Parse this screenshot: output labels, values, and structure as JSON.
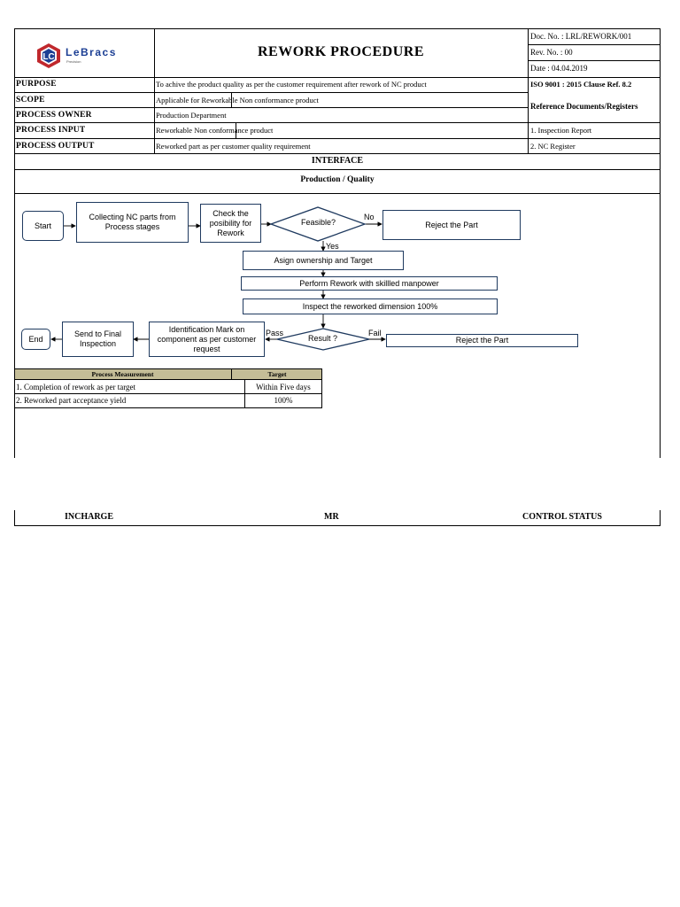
{
  "header": {
    "logo_brand": "LeBracs",
    "logo_sub": "Precision",
    "title": "REWORK PROCEDURE",
    "doc_no": "Doc. No. : LRL/REWORK/001",
    "rev_no": "Rev. No. : 00",
    "date": "Date : 04.04.2019"
  },
  "info_rows": [
    {
      "label": "PURPOSE",
      "value": "To achive the product quality as per the customer requirement after rework of NC product",
      "right": "ISO 9001 : 2015 Clause Ref. 8.2"
    },
    {
      "label": "SCOPE",
      "value": "Applicable for Reworkable Non conformance product",
      "right": "Reference Documents/Registers"
    },
    {
      "label": "PROCESS OWNER",
      "value": "Production Department",
      "right": ""
    },
    {
      "label": "PROCESS INPUT",
      "value": "Reworkable Non conformance product",
      "right": "1. Inspection Report"
    },
    {
      "label": "PROCESS OUTPUT",
      "value": "Reworked part as per customer quality requirement",
      "right": "2. NC Register"
    }
  ],
  "interface": {
    "title": "INTERFACE",
    "subtitle": "Production / Quality"
  },
  "flow": {
    "start": "Start",
    "collect": "Collecting NC parts from Process stages",
    "check": "Check the posibility for Rework",
    "feasible": "Feasible?",
    "no": "No",
    "reject1": "Reject the Part",
    "yes": "Yes",
    "assign": "Asign ownership and Target",
    "perform": "Perform Rework  with skillled manpower",
    "inspect": "Inspect  the reworked dimension 100%",
    "result": "Result ?",
    "pass": "Pass",
    "fail": "Fail",
    "reject2": "Reject the Part",
    "identify": "Identification Mark on component as per customer request",
    "send": "Send to Final Inspection",
    "end": "End"
  },
  "measurement": {
    "headers": [
      "Process Measurement",
      "Target"
    ],
    "rows": [
      {
        "measure": "1. Completion of rework as per target",
        "target": "Within Five days"
      },
      {
        "measure": "2. Reworked part acceptance yield",
        "target": "100%"
      }
    ]
  },
  "footer": {
    "incharge": "INCHARGE",
    "mr": "MR",
    "control_status": "CONTROL STATUS"
  },
  "colors": {
    "flow_border": "#1f3a5f",
    "table_header_bg": "#c4bd97",
    "logo_red": "#c0282d",
    "logo_blue": "#1c3f94"
  }
}
